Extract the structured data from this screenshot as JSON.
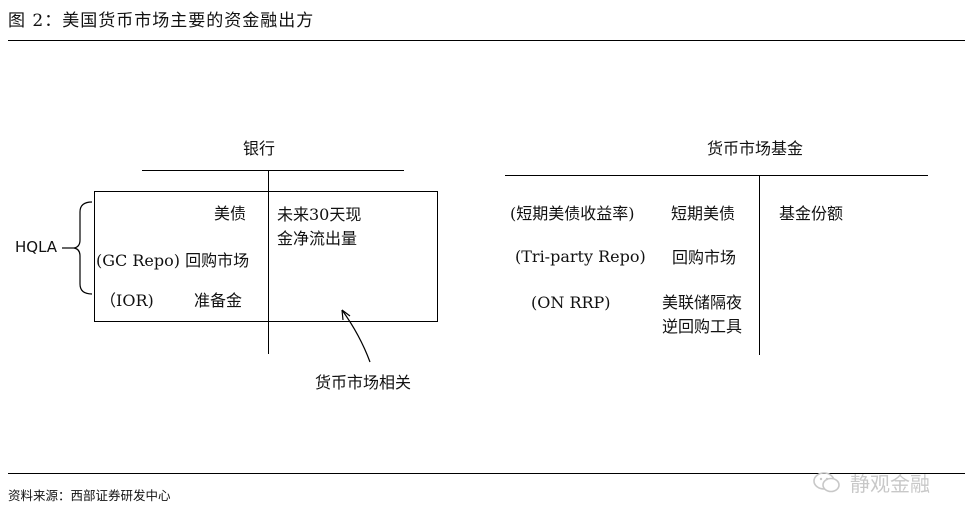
{
  "figure_title": "图 2：美国货币市场主要的资金融出方",
  "bank": {
    "header": "银行",
    "hqla": "HQLA",
    "asset_treasury": "美债",
    "asset_repo": "(GC Repo) 回购市场",
    "asset_reserve_left": "（IOR)",
    "asset_reserve_right": "准备金",
    "liability_line1": "未来30天现",
    "liability_line2": "金净流出量"
  },
  "annotation": "货币市场相关",
  "mmf": {
    "header": "货币市场基金",
    "row1_rate": "(短期美债收益率)",
    "row1_asset": "短期美债",
    "row1_liability": "基金份额",
    "row2_rate": "(Tri-party Repo)",
    "row2_asset": "回购市场",
    "row3_rate": "(ON RRP)",
    "row3_asset_line1": "美联储隔夜",
    "row3_asset_line2": "逆回购工具"
  },
  "footer": {
    "source": "资料来源：西部证券研发中心",
    "watermark": "静观金融",
    "watermark_icon": "wechat-icon"
  }
}
